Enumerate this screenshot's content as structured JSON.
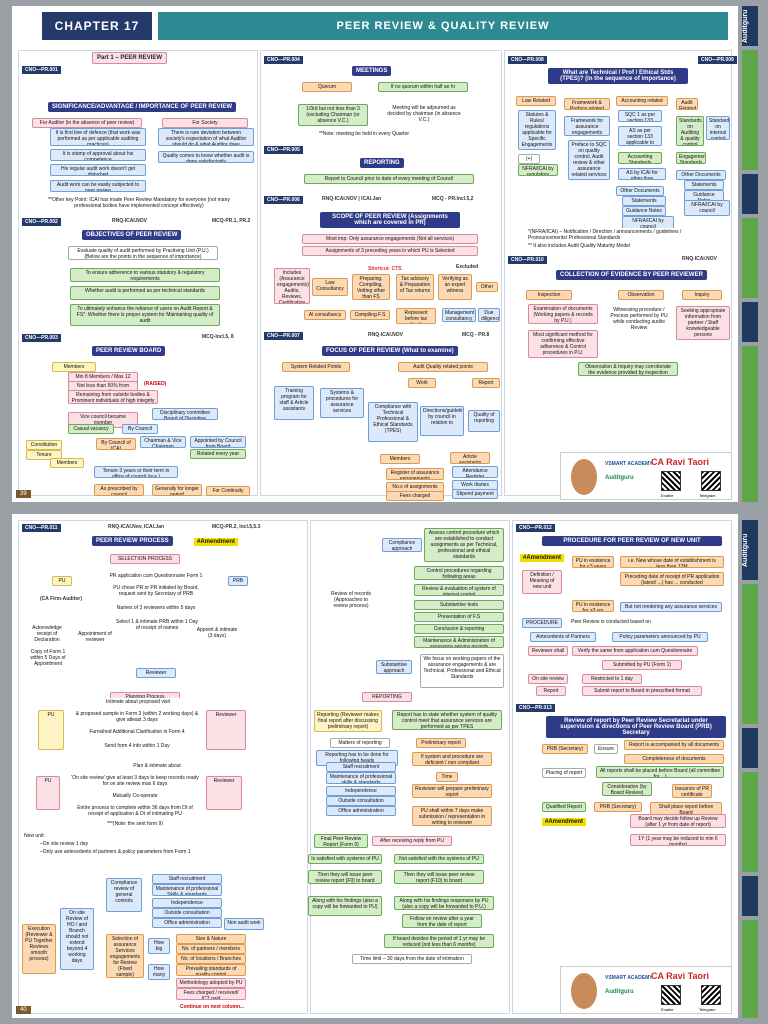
{
  "page1": {
    "chapter": "CHAPTER  17",
    "title": "PEER REVIEW & QUALITY REVIEW",
    "tab": "Auditguru",
    "page_no": "39",
    "c1": {
      "part": "Part 1 – PEER REVIEW",
      "cno1": "CNO—PR.001",
      "sig_title": "SIGNIFICANCE/ADVANTAGE / IMPORTANCE OF PEER REVIEW",
      "for_auditor": "For Auditor (in the absence of peer review)",
      "for_society": "For Society",
      "a1": "It is first line of defence (that work was performed as per applicable auditing practices)",
      "a2": "It is stamp of approval about his competence",
      "a3": "His regular audit work doesn't get disturbed",
      "a4": "Audit work can be easily subjected to peer review",
      "s1": "There is rare deviation between society's expectation of what Auditor should do & what Auditor does",
      "s2": "Quality comes to know whether audit is done satisfactorily",
      "note": "**Other key Point: ICAI has made Peer Review Mandatory for everyone (not many professional bodies have implemented concept effectively)",
      "cno2": "CNO—PR.002",
      "meta2": "RNQ-ICAI.NOV",
      "mcq2": "MCQ-PR.1, PR.2",
      "obj_title": "OBJECTIVES OF PEER REVIEW",
      "obj_intro": "Evaluate quality of audit performed by Practising Unit (P.U.) (Below are the points in the sequence of importance)",
      "o1": "To ensure adherence to various statutory & regulatory requirements",
      "o2": "Whether audit is performed as per technical standards",
      "o3": "To ultimately enhance the reliance of users on Audit Report & FS*. Whether there is proper system for Maintaining quality of audit",
      "cno3": "CNO—PR.003",
      "mcq3": "MCQ-Incl.5, 8",
      "board_title": "PEER REVIEW BOARD",
      "b_members": "Members",
      "b1": "Min 8 Members / Max 12 members",
      "b2": "Not less than 50% from council",
      "b3": "Remaining from outside bodies & Prominent individuals of high integrity & Reputation",
      "b4": "Vice council became member",
      "b5": "Casual vacancy",
      "b6": "By Council",
      "b7": "Disciplinary committee Board of Discipline",
      "b_const": "Constitution",
      "b_tenure": "Tenure",
      "b8": "By Council of ICAI",
      "b9": "Chairman & Vice Chairman",
      "b10": "Appointed by Council from Board",
      "b11": "Rotated every year",
      "b12": "Members",
      "b13": "Tenure 3 years or their term in office of council (w.e.)",
      "b14": "As prescribed by council",
      "b15": "Generally for longer period",
      "b16": "For Continuity",
      "b_omit": "(RAISED)"
    },
    "c2": {
      "cno1": "CNO—PR.004",
      "meet_title": "MEETINGS",
      "quorum": "Quorum",
      "m1": "If no quorum within half an hr",
      "m2": "1/3rd but not less than 3 (excluding Chairman (or absence V.C.)",
      "m3": "Meeting will be adjourned as decided by chairman (in absence V.C.)",
      "m4": "**Note: meeting be held in every Quarter",
      "cno2": "CNO—PR.005",
      "rep_title": "REPORTING",
      "rep1": "Report to Council prior to date of every meeting of Council",
      "cno3": "CNO—PR.006",
      "meta3": "RNQ-ICAI.NOV | ICAI.Jan",
      "mcq3": "MCQ - PR.Incl.5,2",
      "scope_title": "SCOPE OF PEER REVIEW (Assignments which are covered in PR)",
      "sc1": "Most imp: Only assurance engagements (Not all services)",
      "sc2": "Assignments of 3 preceding years in which PU is Selected",
      "shortcut": "Shortcut- CTS",
      "excluded": "Excluded",
      "sc_inc": "Includes (Assurance engagements), Audits, Reviews, Certification",
      "sc_law": "Law Consultancy",
      "sc_prep": "Preparing, Compiling, Vetting other than FS",
      "sc_tax": "Tax advisory & Preparation of Tax returns",
      "sc_ver": "Verifying as an expert witness",
      "sc_other": "Other",
      "sc_ai": "AI consultancy",
      "sc_fs": "Compiling F.S",
      "sc_rep": "Represent before tax authorities",
      "sc_mgmt": "Management consultancy",
      "sc_due": "Due diligence",
      "cno4": "CNO—PR.007",
      "meta4": "RNQ-ICAI.NOV",
      "mcq4": "MCQ - PR.8",
      "focus_title": "FOCUS OF PEER REVIEW (What to examine)",
      "f1": "System Related Points",
      "f2": "Audit Quality related points",
      "f3": "Training program for staff & Article assistants",
      "f4": "Systems & procedures for assurance services",
      "f5": "Work",
      "f6": "Report",
      "f7": "Compliance with Technical Professional & Ethical Standards (TPES)",
      "f8": "Directions/guidelines by council in relation to",
      "f9": "Quality of reporting",
      "f10": "Members",
      "f11": "Article assistants",
      "f12": "Register of assurance engagements",
      "f13": "No.s of assignments",
      "f14": "Fees charged",
      "f15": "Attendance Register",
      "f16": "Work diaries",
      "f17": "Stipend payment"
    },
    "c3": {
      "cno1": "CNO—PR.008",
      "cno1b": "CNO—PR.009",
      "tpes_title": "What are Technical / Prof / Ethical Stds (TPES)? (in the sequence of importance)",
      "law": "Law Related",
      "t1": "Statutes & Rules/ regulations applicable for Specific Engagements",
      "t2": "Framework & Preface related",
      "t3": "Framework for assurance engagements",
      "t4": "Preface to SQC on quality control, Audit review & other assurance related services",
      "t5": "(+)",
      "t6": "NFRA/ICAI by regulatory bodies",
      "acc": "Accounting related",
      "t7": "SQC 1 as per section 133",
      "t8": "AS as per section 133 applicable to companies",
      "t9": "Accounting Standards",
      "t10": "AS by ICAI for other than companies",
      "t11": "Other Documents",
      "t12": "Statements",
      "t13": "Guidance Notes",
      "t14": "NFRA/ICAI by council",
      "aud": "Audit Related",
      "t15": "Standards on Auditing & quality control",
      "t16": "Standards on internal control",
      "t17": "Engagement Standards",
      "t18": "Other Documents",
      "t19": "Statements",
      "t20": "Guidance Notes",
      "t21": "NFRA/ICAI by council",
      "note1": "*(NFRA/ICAI) – Notification / Direction / announcements / guidelines / Pronouncements/ Professional Standards",
      "note2": "** It also includes Audit Quality Maturity Model",
      "cno2": "CNO—PR.010",
      "meta2": "RNQ-ICAI.NOV",
      "ev_title": "COLLECTION OF EVIDENCE BY PEER REVIEWER",
      "inspection": "Inspection",
      "observation": "Observation",
      "inquiry": "Inquiry",
      "e1": "Examination of documents (Working papers & records by P.U.)",
      "e2": "Most significant method for confirming effective adherence & Control procedures in P.U.",
      "e3": "Witnessing procedure / Process performed by PU while conducting audits Review",
      "e4": "Seeking appropriate information from partner / Staff knowledgeable persons",
      "e5": "Observation & Inquiry may corroborate the evidence provided by inspection"
    },
    "promo": {
      "name": "CA Ravi Taori",
      "brand1": "VSMART ACADEMY",
      "brand2": "Auditguru",
      "q1": "Enable",
      "q2": "Telegram"
    }
  },
  "page2": {
    "page_no": "40",
    "c1": {
      "cno": "CNO—PR.011",
      "meta": "RNQ-ICAI.Nov, ICAI.Jan",
      "mcq": "MCQ-PR.2, Incl.5,5.3",
      "title": "PEER REVIEW PROCESS",
      "amend": "#Amendment",
      "sel": "SELECTION PROCESS",
      "pu": "PU",
      "prb": "PRB",
      "pu_sub": "(CA Firm-Auditor)",
      "s1": "PR application cum Questionnaire Form 1",
      "s2": "PU chose PR or PR initiated by Board, request sent by Secretary of PRB",
      "s3": "Names of 3 reviewers within 5 days",
      "s4": "Select 1 & intimate PRB within 1 Day of receipt of names",
      "s5": "Acknowledge receipt of Declaration",
      "s6": "Copy of Form 1 within 5 Days of Appointment",
      "s7": "Appoint & intimate (3 days)",
      "s8": "Appointment of reviewer",
      "reviewer": "Reviewer",
      "plan": "Planning Process",
      "p0": "Intimate about proposed visit",
      "p1": "& proposed sample in Form 3 (within 2 working days) & give atleast 3 days",
      "p2": "Furnished Additional Clarification in Form 4",
      "p3": "Send form 4 info within 1 Day",
      "p_pu": "PU",
      "p_rev": "Reviewer",
      "plan2": "Plan & intimate about",
      "v1": "'On site review' give at least 3 days to keep records ready for on site review max 6 days",
      "v2": "Mutually Co-operate",
      "v3": "Entire process to complete within 36 days from Dt of receipt of application & Dt of intimating PU",
      "v4": "***(Note: the sent form 9)",
      "new": "New unit:",
      "n1": "–On site review 1 day",
      "n2": "–Only use antecedents of partners & policy parameters from Form 1",
      "exec": "Execution (Reviewer & PU Together Reviews smooth process)",
      "onsite": "On site Review of HO / and Branch should not extend beyond 4 working days",
      "cg": "Compliance review of general controls",
      "cg1": "Staff recruitment",
      "cg2": "Maintenance of professional Skills & standards",
      "cg3": "Independence",
      "cg4": "Outside consultation",
      "cg5": "Office administration",
      "cg6": "Non audit work",
      "sel2": "Selection of assurance Services engagements for Review (Fixed sample)",
      "hb": "How big",
      "hm": "How many",
      "h1": "Size & Nature",
      "h2": "No. of partners / members",
      "h3": "No. of locations / Branches",
      "h4": "Prevailing standards of quality control",
      "h5": "Methodology adopted by PU",
      "h6": "Fees charged / received/ ICT paid",
      "cont": "Continue on next column..."
    },
    "c2": {
      "cl": "Compliance approach",
      "cl1": "Assess control procedure which are established to conduct assignments as per Technical, professional and ethical standards",
      "rr": "Review of records (Approaches to review process)",
      "r1": "Control procedures regarding following areas",
      "r2": "Review & evaluation of system of internal control",
      "r3": "Substantive tests",
      "r4": "Presentation of F.S",
      "r5": "Conclusion & reporting",
      "r6": "Maintenance & Administration of assurance service records",
      "sub": "Substantive approach",
      "sub1": "We focus on working papers of the assurance engagements & are Technical, Professional and Ethical Standards",
      "rep_ttl": "REPORTING",
      "rp0": "Reporting (Reviewer makes final report after discussing preliminary report)",
      "rp1": "Report has to state whether system of quality control meet that assurance services are performed as per TPES",
      "rp2": "Matters of reporting",
      "rp3": "Preliminary report",
      "rp4": "Reporting has to be done for following heads",
      "rp5": "If system and procedure are deficient / non compliant",
      "h1": "Staff recruitment",
      "h2": "Maintenance of professional skills & standards",
      "h3": "Independence",
      "h4": "Outside consultation",
      "h5": "Office administration",
      "rp6": "Time",
      "rp7": "Reviewer will prepare preliminary report",
      "rp8": "PU shall within 7 days make submission / representation in writing to reviewer",
      "rp9": "Final Peer Review Report (Form 9)",
      "rp10": "After receiving reply from PU",
      "rp11": "Is satisfied with systems of PU",
      "rp12": "Not satisfied with the systems of PU",
      "rp13": "Then they will issue peer review report (F9) to board",
      "rp14": "Then they will issue peer review report (F10) to board",
      "rp15": "Along with his findings (also a copy will be forwarded to PU)",
      "rp16": "Along with his findings responses by PU (also a copy will be forwarded to P.U.)",
      "rp17": "Follow on review after a year from the date of report",
      "rp18": "If board decides the period of 1 yr may be reduced (not less than 6 months)",
      "rp19": "Time limit – 30 days from the date of intimation"
    },
    "c3": {
      "cno": "CNO—PR.012",
      "nu_title": "PROCEDURE FOR PEER REVIEW OF NEW UNIT",
      "amend": "#Amendment",
      "def": "Definition / Meaning of new unit",
      "d1": "PU in existence for <3 years",
      "d2": "i.e. New whose date of establishment is less than 12M",
      "d3": "Preceding date of receipt of PR application (latest/ ...) has ... conducted",
      "d4": "PU in existence for >3 yrs",
      "d5": "But not rendering any assurance services",
      "d6": "Peer Review is conducted based on",
      "proc": "PROCEDURE",
      "ap": "Antecedents of Partners",
      "pp": "Policy parameters announced by PU",
      "rd": "Reviewer shall",
      "rd1": "Verify the same from application cum Questionnaire",
      "rd2": "Submitted by PU (Form 1)",
      "os": "On site review",
      "os1": "Restricted to 1 day",
      "rpt": "Report",
      "rpt1": "Submit report to Board in prescribed format",
      "cno2": "CNO—PR.013",
      "rev_title": "Review of report by Peer Review Secretariat under supervision & directions of Peer Review Board (PRB) Secretary",
      "q1": "PRB (Secretary)",
      "q2": "Ensure",
      "q3": "Report is accompanied by all documents",
      "q4": "Completeness of documents",
      "q5": "Placing of report",
      "q6": "All reports shall be placed before Board (all committee for ...)",
      "q7": "Consideration (by Board Review)",
      "q8": "Issuance of PR certificate",
      "q9": "Qualified Report",
      "q10": "PRB (Secretary)",
      "q11": "Shall place report before Board",
      "amend2": "#Amendment",
      "q12": "Board may decide follow up Review (after 1 yr from date of report)",
      "q13": "1Y (1 year may be reduced to min 6 months)"
    }
  }
}
